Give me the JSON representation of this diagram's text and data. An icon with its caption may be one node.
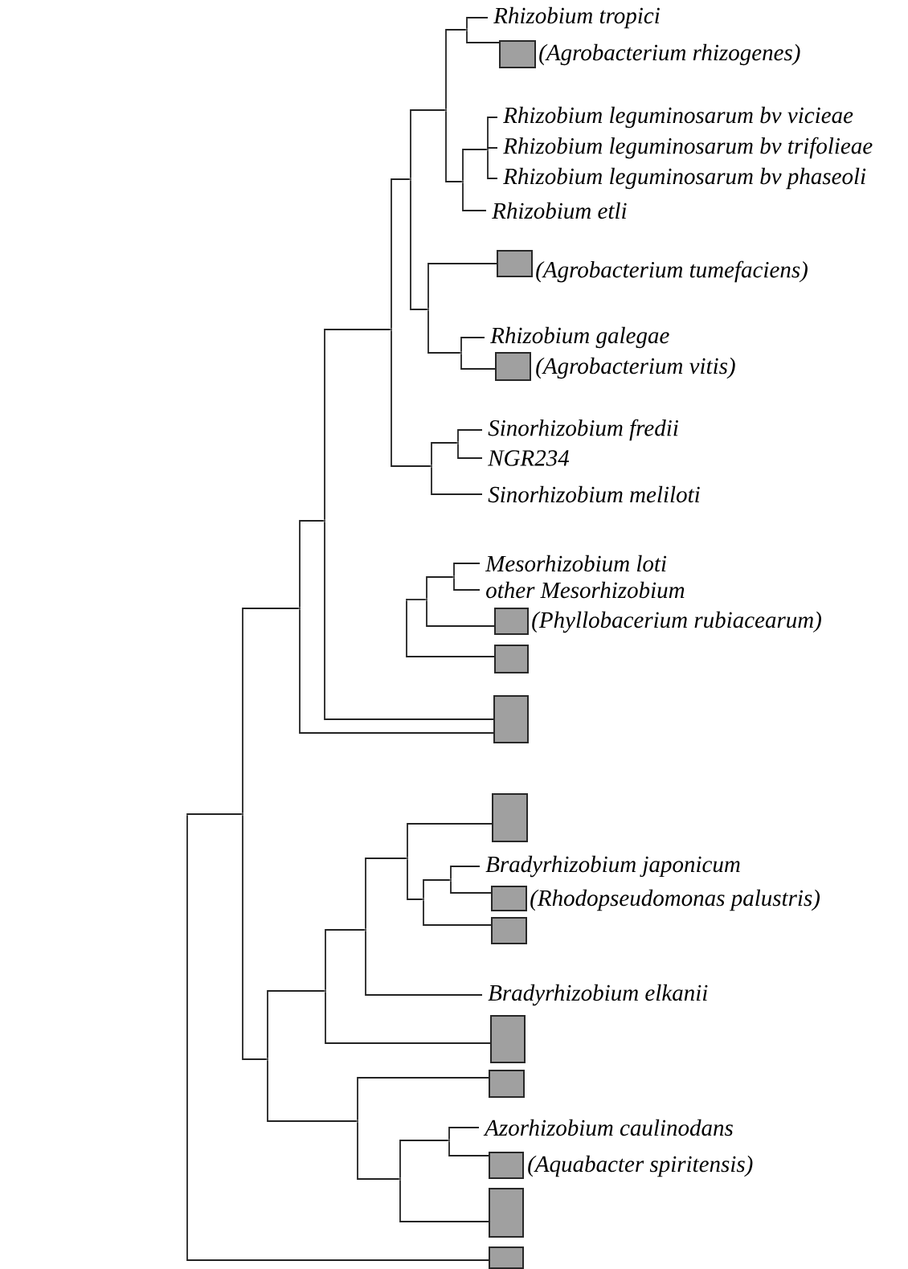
{
  "diagram": {
    "nodes": [
      {
        "text": [
          "Rhizobium tropici"
        ]
      },
      {
        "text": [],
        "shape": "box",
        "beside": [
          "(Agrobacterium rhizogenes)"
        ]
      },
      {
        "text": [
          "Rhizobium leguminosarum bv vicieae"
        ]
      },
      {
        "text": [
          "Rhizobium leguminosarum bv trifolieae"
        ]
      },
      {
        "text": [
          "Rhizobium leguminosarum bv phaseoli"
        ]
      },
      {
        "text": [
          "Rhizobium etli"
        ]
      },
      {
        "text": [],
        "shape": "box",
        "beside": [
          "(Agrobacterium tumefaciens)"
        ]
      },
      {
        "text": [
          "Rhizobium galegae"
        ]
      },
      {
        "text": [],
        "shape": "box",
        "beside": [
          "(Agrobacterium vitis)"
        ]
      },
      {
        "text": [
          "Sinorhizobium fredii"
        ]
      },
      {
        "text": [
          "NGR234"
        ]
      },
      {
        "text": [
          "Sinorhizobium meliloti"
        ]
      },
      {
        "text": [
          "Mesorhizobium loti"
        ]
      },
      {
        "text": [
          "other Mesorhizobium"
        ]
      },
      {
        "text": [],
        "shape": "box",
        "beside": [
          "(Phyllobacerium rubiacearum)"
        ]
      },
      {
        "text": [],
        "shape": "box"
      },
      {
        "text": [],
        "shape": "box"
      },
      {
        "text": [],
        "shape": "box"
      },
      {
        "text": [
          "Bradyrhizobium japonicum"
        ]
      },
      {
        "text": [],
        "shape": "box",
        "beside": [
          "(Rhodopseudomonas palustris)"
        ]
      },
      {
        "text": [],
        "shape": "box"
      },
      {
        "text": [
          "Bradyrhizobium elkanii"
        ]
      },
      {
        "text": [],
        "shape": "box"
      },
      {
        "text": [],
        "shape": "box"
      },
      {
        "text": [
          "Azorhizobium caulinodans"
        ]
      },
      {
        "text": [],
        "shape": "box",
        "beside": [
          "(Aquabacter spiritensis)"
        ]
      },
      {
        "text": [],
        "shape": "box"
      },
      {
        "text": [],
        "shape": "box"
      },
      {
        "text": [],
        "shape": "point"
      },
      {
        "text": [],
        "shape": "point"
      },
      {
        "text": [],
        "shape": "point"
      },
      {
        "text": [],
        "shape": "point"
      },
      {
        "text": [],
        "shape": "point"
      },
      {
        "text": [],
        "shape": "point"
      },
      {
        "text": [],
        "shape": "point"
      },
      {
        "text": [],
        "shape": "point"
      },
      {
        "text": [],
        "shape": "point"
      },
      {
        "text": [],
        "shape": "point"
      },
      {
        "text": [],
        "shape": "point"
      },
      {
        "text": [],
        "shape": "point"
      },
      {
        "text": [],
        "shape": "point"
      },
      {
        "text": [],
        "shape": "point"
      },
      {
        "text": [],
        "shape": "point"
      },
      {
        "text": [],
        "shape": "point"
      },
      {
        "text": [],
        "shape": "point"
      },
      {
        "text": [],
        "shape": "point"
      },
      {
        "text": [],
        "shape": "point"
      },
      {
        "text": [],
        "shape": "point"
      },
      {
        "text": [],
        "shape": "point"
      },
      {
        "text": [],
        "shape": "point"
      },
      {
        "text": [],
        "shape": "point"
      },
      {
        "text": [],
        "shape": "point"
      },
      {
        "text": [],
        "shape": "point"
      },
      {
        "text": [],
        "shape": "point"
      }
    ],
    "edges": [
      {
        "from": 28,
        "to": 0,
        "arrow": "none"
      },
      {
        "from": 28,
        "to": 1,
        "arrow": "none"
      },
      {
        "from": 29,
        "to": 28,
        "arrow": "none"
      },
      {
        "from": 29,
        "to": 32,
        "arrow": "none"
      },
      {
        "from": 30,
        "to": 2,
        "arrow": "none"
      },
      {
        "from": 30,
        "to": 3,
        "arrow": "none"
      },
      {
        "from": 30,
        "to": 4,
        "arrow": "none"
      },
      {
        "from": 31,
        "to": 29,
        "arrow": "none"
      },
      {
        "from": 31,
        "to": 33,
        "arrow": "none"
      },
      {
        "from": 32,
        "to": 30,
        "arrow": "none"
      },
      {
        "from": 32,
        "to": 5,
        "arrow": "none"
      },
      {
        "from": 33,
        "to": 6,
        "arrow": "none"
      },
      {
        "from": 33,
        "to": 35,
        "arrow": "none"
      },
      {
        "from": 34,
        "to": 31,
        "arrow": "none"
      },
      {
        "from": 34,
        "to": 37,
        "arrow": "none"
      },
      {
        "from": 35,
        "to": 7,
        "arrow": "none"
      },
      {
        "from": 35,
        "to": 8,
        "arrow": "none"
      },
      {
        "from": 36,
        "to": 9,
        "arrow": "none"
      },
      {
        "from": 36,
        "to": 10,
        "arrow": "none"
      },
      {
        "from": 37,
        "to": 36,
        "arrow": "none"
      },
      {
        "from": 37,
        "to": 11,
        "arrow": "none"
      },
      {
        "from": 38,
        "to": 34,
        "arrow": "none"
      },
      {
        "from": 38,
        "to": 16,
        "arrow": "none"
      },
      {
        "from": 39,
        "to": 12,
        "arrow": "none"
      },
      {
        "from": 39,
        "to": 13,
        "arrow": "none"
      },
      {
        "from": 40,
        "to": 41,
        "arrow": "none"
      },
      {
        "from": 40,
        "to": 15,
        "arrow": "none"
      },
      {
        "from": 41,
        "to": 39,
        "arrow": "none"
      },
      {
        "from": 41,
        "to": 14,
        "arrow": "none"
      },
      {
        "from": 42,
        "to": 38,
        "arrow": "none"
      },
      {
        "from": 42,
        "to": 16,
        "arrow": "none"
      },
      {
        "from": 43,
        "to": 44,
        "arrow": "none"
      },
      {
        "from": 43,
        "to": 27,
        "arrow": "none"
      },
      {
        "from": 44,
        "to": 42,
        "arrow": "none"
      },
      {
        "from": 44,
        "to": 50,
        "arrow": "none"
      },
      {
        "from": 45,
        "to": 17,
        "arrow": "none"
      },
      {
        "from": 45,
        "to": 47,
        "arrow": "none"
      },
      {
        "from": 46,
        "to": 18,
        "arrow": "none"
      },
      {
        "from": 46,
        "to": 19,
        "arrow": "none"
      },
      {
        "from": 47,
        "to": 46,
        "arrow": "none"
      },
      {
        "from": 47,
        "to": 20,
        "arrow": "none"
      },
      {
        "from": 48,
        "to": 45,
        "arrow": "none"
      },
      {
        "from": 48,
        "to": 21,
        "arrow": "none"
      },
      {
        "from": 49,
        "to": 48,
        "arrow": "none"
      },
      {
        "from": 49,
        "to": 22,
        "arrow": "none"
      },
      {
        "from": 50,
        "to": 49,
        "arrow": "none"
      },
      {
        "from": 50,
        "to": 51,
        "arrow": "none"
      },
      {
        "from": 51,
        "to": 23,
        "arrow": "none"
      },
      {
        "from": 51,
        "to": 53,
        "arrow": "none"
      },
      {
        "from": 52,
        "to": 24,
        "arrow": "none"
      },
      {
        "from": 52,
        "to": 25,
        "arrow": "none"
      },
      {
        "from": 53,
        "to": 52,
        "arrow": "none"
      },
      {
        "from": 53,
        "to": 26,
        "arrow": "none"
      }
    ]
  }
}
